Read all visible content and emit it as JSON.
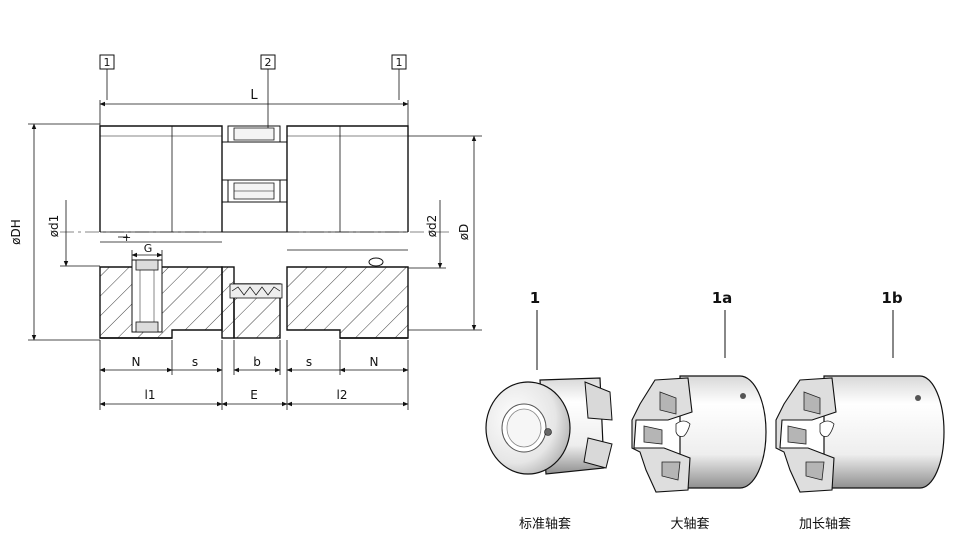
{
  "drawing": {
    "callouts": {
      "left": "1",
      "center": "2",
      "right": "1"
    },
    "dims": {
      "L": "L",
      "DH": "øDH",
      "d1": "ød1",
      "d2": "ød2",
      "D": "øD",
      "G": "G",
      "N_left": "N",
      "s_left": "s",
      "b": "b",
      "s_right": "s",
      "N_right": "N",
      "l1": "l1",
      "E": "E",
      "l2": "l2"
    }
  },
  "products": [
    {
      "id": "1",
      "caption": "标准轴套"
    },
    {
      "id": "1a",
      "caption": "大轴套"
    },
    {
      "id": "1b",
      "caption": "加长轴套"
    }
  ],
  "colors": {
    "line": "#111111",
    "metal_light": "#f2f2f2",
    "metal_dark": "#9a9a9a"
  }
}
